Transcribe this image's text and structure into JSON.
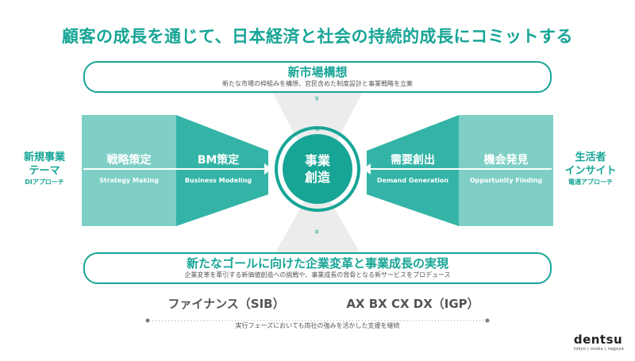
{
  "headline": "顧客の成長を通じて、日本経済と社会の持続的成長にコミットする",
  "top_box": {
    "title": "新市場構想",
    "subtitle": "新たな市場の枠組みを構想、官民含めた制度設計と事業戦略を立案"
  },
  "left_label": {
    "line1": "新規事業",
    "line2": "テーマ",
    "sub": "DIアプローチ"
  },
  "right_label": {
    "line1": "生活者",
    "line2": "インサイト",
    "sub": "電通アプローチ"
  },
  "stages": {
    "strategy": {
      "title": "戦略策定",
      "subtitle": "Strategy Making"
    },
    "bm": {
      "title": "BM策定",
      "subtitle": "Business Modeling"
    },
    "demand": {
      "title": "需要創出",
      "subtitle": "Demand Generation"
    },
    "opportunity": {
      "title": "機会発見",
      "subtitle": "Opportunity Finding"
    }
  },
  "center": {
    "line1": "事業",
    "line2": "創造"
  },
  "bottom_box": {
    "title": "新たなゴールに向けた企業変革と事業成長の実現",
    "subtitle": "企業変革を牽引する新価値創造への挑戦や、事業成長の背骨となる新サービスをプロデュース"
  },
  "programs": {
    "left": "ファイナンス（SIB）",
    "right": "AX BX CX DX（IGP）"
  },
  "footnote": "実行フェーズにおいても両社の強みを活かした支援を継続",
  "brand": {
    "name": "dentsu",
    "sub": "tokyo | osaka | nagoya"
  },
  "colors": {
    "teal": "#17a596",
    "teal_mid": "#33b4a6",
    "teal_light": "#7fcfc6",
    "hourglass_gray": "#ececec"
  }
}
